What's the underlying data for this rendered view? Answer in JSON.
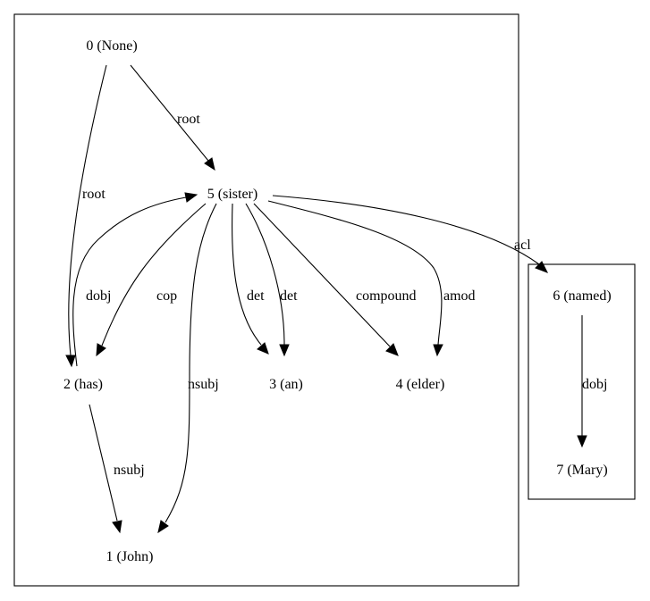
{
  "nodes": {
    "n0": "0 (None)",
    "n1": "1 (John)",
    "n2": "2 (has)",
    "n3": "3 (an)",
    "n4": "4 (elder)",
    "n5": "5 (sister)",
    "n6": "6 (named)",
    "n7": "7 (Mary)"
  },
  "edges": {
    "e0_5": "root",
    "e0_2": "root",
    "e2_5": "dobj",
    "e5_2": "cop",
    "e5_1": "nsubj",
    "e5_3a": "det",
    "e5_3b": "det",
    "e5_4a": "compound",
    "e5_4b": "amod",
    "e5_6": "acl",
    "e2_1": "nsubj",
    "e6_7": "dobj"
  }
}
